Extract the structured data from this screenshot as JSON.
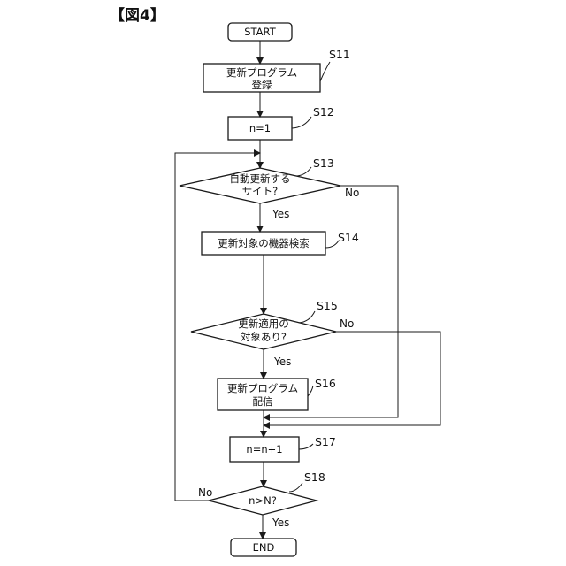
{
  "figure_label": "【図4】",
  "nodes": {
    "start": {
      "text": "START"
    },
    "s11": {
      "line1": "更新プログラム",
      "line2": "登録",
      "step": "S11"
    },
    "s12": {
      "text": "n=1",
      "step": "S12"
    },
    "s13": {
      "line1": "自動更新する",
      "line2": "サイト?",
      "step": "S13"
    },
    "s14": {
      "text": "更新対象の機器検索",
      "step": "S14"
    },
    "s15": {
      "line1": "更新適用の",
      "line2": "対象あり?",
      "step": "S15"
    },
    "s16": {
      "line1": "更新プログラム",
      "line2": "配信",
      "step": "S16"
    },
    "s17": {
      "text": "n=n+1",
      "step": "S17"
    },
    "s18": {
      "text": "n>N?",
      "step": "S18"
    },
    "end": {
      "text": "END"
    }
  },
  "branches": {
    "s13_yes": "Yes",
    "s13_no": "No",
    "s15_yes": "Yes",
    "s15_no": "No",
    "s18_yes": "Yes",
    "s18_no": "No"
  }
}
